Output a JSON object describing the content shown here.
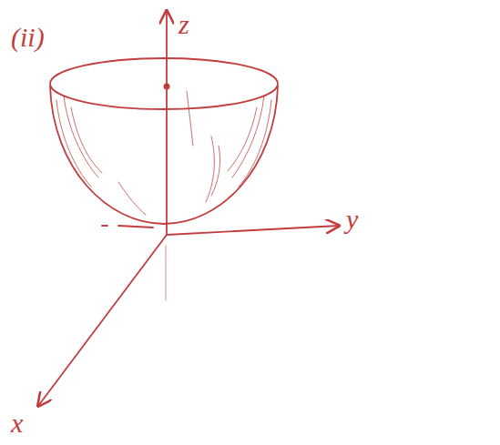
{
  "diagram": {
    "labels": [
      "(ii)",
      "z",
      "y",
      "x"
    ]
  }
}
